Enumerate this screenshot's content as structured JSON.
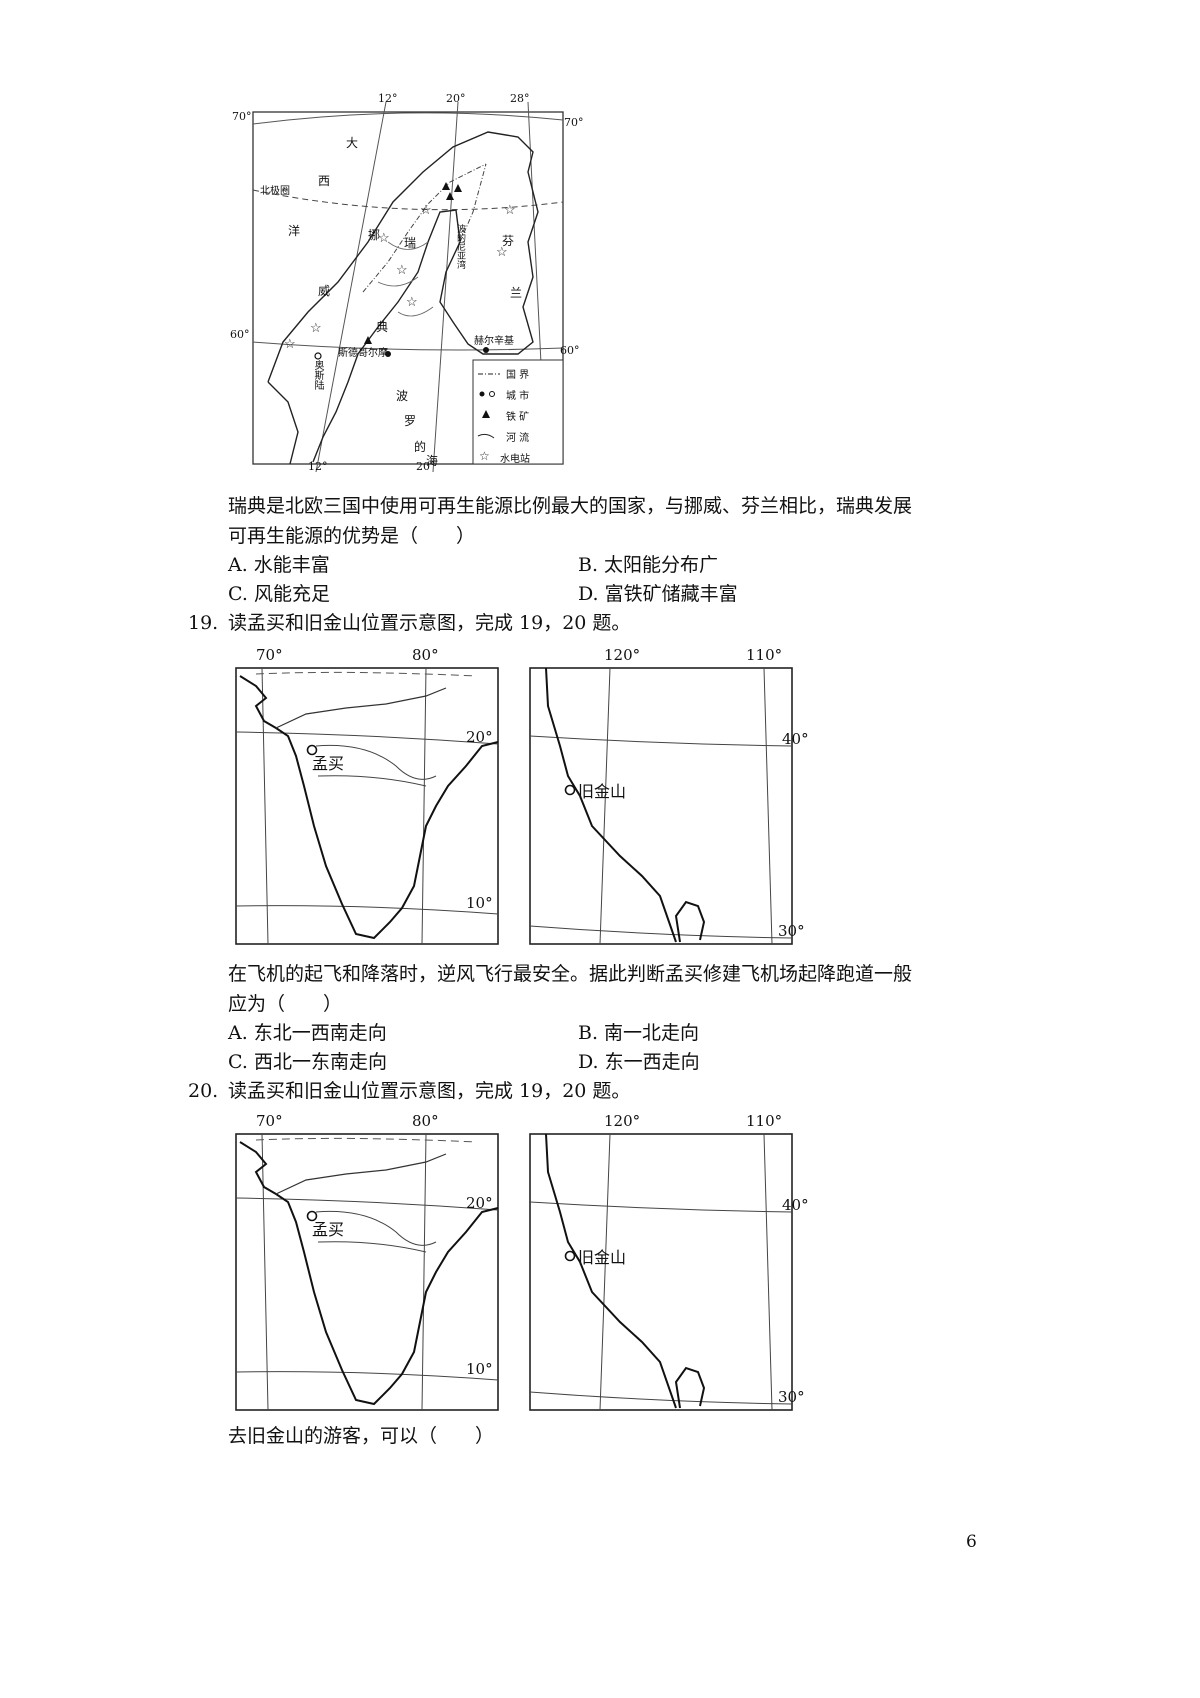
{
  "nordic_map": {
    "top_lon": [
      "12°",
      "20°",
      "28°"
    ],
    "bottom_lon": [
      "12°",
      "20°"
    ],
    "lat_labels": [
      "70°",
      "70°",
      "60°",
      "60°"
    ],
    "arctic_circle": "北极圈",
    "sea_labels": [
      "大",
      "西",
      "洋",
      "波",
      "罗",
      "的",
      "海"
    ],
    "country_labels": [
      "挪",
      "威",
      "瑞",
      "典",
      "芬",
      "兰"
    ],
    "gulf_label": "波的尼亚湾",
    "cities": [
      "奥斯陆",
      "斯德哥尔摩",
      "赫尔辛基"
    ],
    "legend": [
      {
        "icon": "border-line-icon",
        "label": "国 界"
      },
      {
        "icon": "city-icon",
        "label": "城 市"
      },
      {
        "icon": "iron-ore-icon",
        "label": "铁 矿"
      },
      {
        "icon": "river-icon",
        "label": "河 流"
      },
      {
        "icon": "hydropower-icon",
        "label": "水电站"
      }
    ]
  },
  "q18": {
    "stem_line1": "瑞典是北欧三国中使用可再生能源比例最大的国家，与挪威、芬兰相比，瑞典发展",
    "stem_line2": "可再生能源的优势是（　　）",
    "options": [
      "A.  水能丰富",
      "B.  太阳能分布广",
      "C.  风能充足",
      "D.  富铁矿储藏丰富"
    ]
  },
  "q19": {
    "number": "19.",
    "intro": "读孟买和旧金山位置示意图，完成 19，20 题。",
    "stem_line1": "在飞机的起飞和降落时，逆风飞行最安全。据此判断孟买修建飞机场起降跑道一般",
    "stem_line2": "应为（　　）",
    "options": [
      "A.  东北一西南走向",
      "B.  南一北走向",
      "C.  西北一东南走向",
      "D.  东一西走向"
    ]
  },
  "q20": {
    "number": "20.",
    "intro": "读孟买和旧金山位置示意图，完成 19，20 题。",
    "stem": "去旧金山的游客，可以（　　）"
  },
  "india_map": {
    "lon_labels": [
      "70°",
      "80°"
    ],
    "lat_labels": [
      "20°",
      "10°"
    ],
    "city": "孟买"
  },
  "sf_map": {
    "lon_labels": [
      "120°",
      "110°"
    ],
    "lat_labels": [
      "40°",
      "30°"
    ],
    "city": "旧金山"
  },
  "page_number": "6"
}
